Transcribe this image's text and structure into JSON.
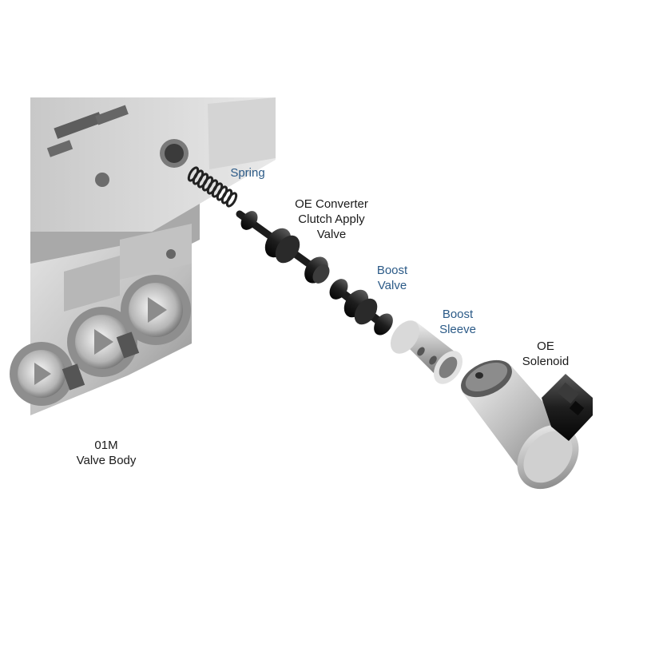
{
  "labels": {
    "spring": [
      "Spring"
    ],
    "converter_valve": [
      "OE Converter",
      "Clutch Apply",
      "Valve"
    ],
    "boost_valve": [
      "Boost",
      "Valve"
    ],
    "boost_sleeve": [
      "Boost",
      "Sleeve"
    ],
    "solenoid": [
      "OE",
      "Solenoid"
    ],
    "valve_body": [
      "01M",
      "Valve Body"
    ]
  },
  "colors": {
    "label_blue": "#2b5a87",
    "label_black": "#1a1a1a",
    "metal_light": "#d6d6d6",
    "metal_dark": "#555555",
    "part_black": "#1c1c1c"
  }
}
